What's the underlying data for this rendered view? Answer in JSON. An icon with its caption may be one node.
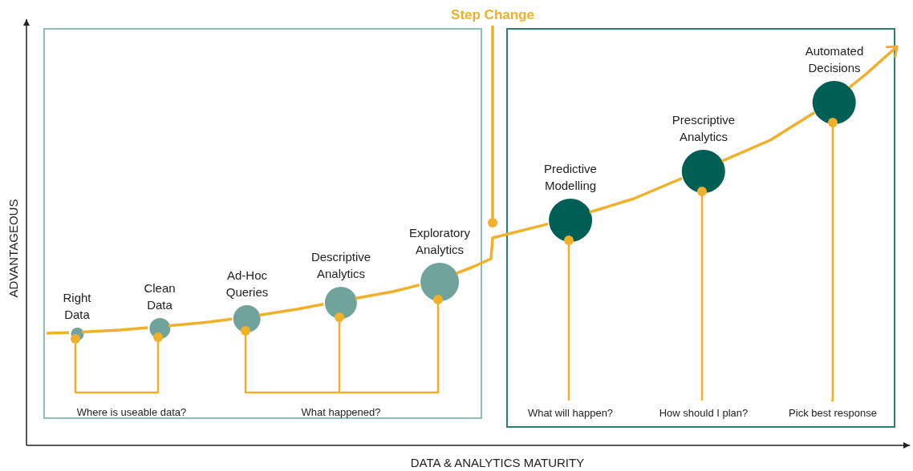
{
  "diagram": {
    "nodes": [
      {
        "text": [],
        "shape": "box"
      },
      {
        "text": [],
        "shape": "box"
      },
      {
        "text": [
          "Right Data"
        ],
        "in": 0
      },
      {
        "text": [
          "Clean Data"
        ],
        "in": 0
      },
      {
        "text": [
          "Ad-Hoc Queries"
        ],
        "in": 0
      },
      {
        "text": [
          "Descriptive Analytics"
        ],
        "in": 0
      },
      {
        "text": [
          "Exploratory Analytics"
        ],
        "in": 0
      },
      {
        "text": [
          "Predictive Modelling"
        ],
        "in": 1
      },
      {
        "text": [
          "Prescriptive Analytics"
        ],
        "in": 1
      },
      {
        "text": [
          "Automated Decisions"
        ],
        "in": 1
      },
      {
        "text": [
          "Where is useable data?"
        ],
        "in": 0
      },
      {
        "text": [
          "What happened?"
        ],
        "in": 0
      },
      {
        "text": [
          "What will happen?"
        ],
        "in": 1
      },
      {
        "text": [
          "How should I plan?"
        ],
        "in": 1
      },
      {
        "text": [
          "Pick best response"
        ],
        "in": 1
      },
      {
        "text": [
          "Step Change"
        ]
      },
      {
        "text": [],
        "shape": "circle"
      }
    ],
    "edges": [
      {
        "from": null,
        "to": 2,
        "arrow": "none"
      },
      {
        "from": 2,
        "to": 3,
        "arrow": "none"
      },
      {
        "from": 3,
        "to": 4,
        "arrow": "none"
      },
      {
        "from": 4,
        "to": 5,
        "arrow": "none"
      },
      {
        "from": 5,
        "to": 6,
        "arrow": "none"
      },
      {
        "from": 6,
        "to": 7,
        "arrow": "none"
      },
      {
        "from": 7,
        "to": 8,
        "arrow": "none"
      },
      {
        "from": 8,
        "to": 9,
        "arrow": "none"
      },
      {
        "from": 9,
        "to": null,
        "arrow": "to"
      },
      {
        "from": 2,
        "to": 10,
        "arrow": "other"
      },
      {
        "from": 3,
        "to": 10,
        "arrow": "other"
      },
      {
        "from": 4,
        "to": 11,
        "arrow": "other"
      },
      {
        "from": 5,
        "to": 11,
        "arrow": "other"
      },
      {
        "from": 6,
        "to": 11,
        "arrow": "other"
      },
      {
        "from": 7,
        "to": 12,
        "arrow": "other"
      },
      {
        "from": 8,
        "to": 13,
        "arrow": "other"
      },
      {
        "from": 9,
        "to": 14,
        "arrow": "other"
      },
      {
        "from": 16,
        "to": 15,
        "arrow": "none"
      }
    ],
    "labels": [
      "ADVANTAGEOUS",
      "DATA & ANALYTICS MATURITY"
    ]
  }
}
